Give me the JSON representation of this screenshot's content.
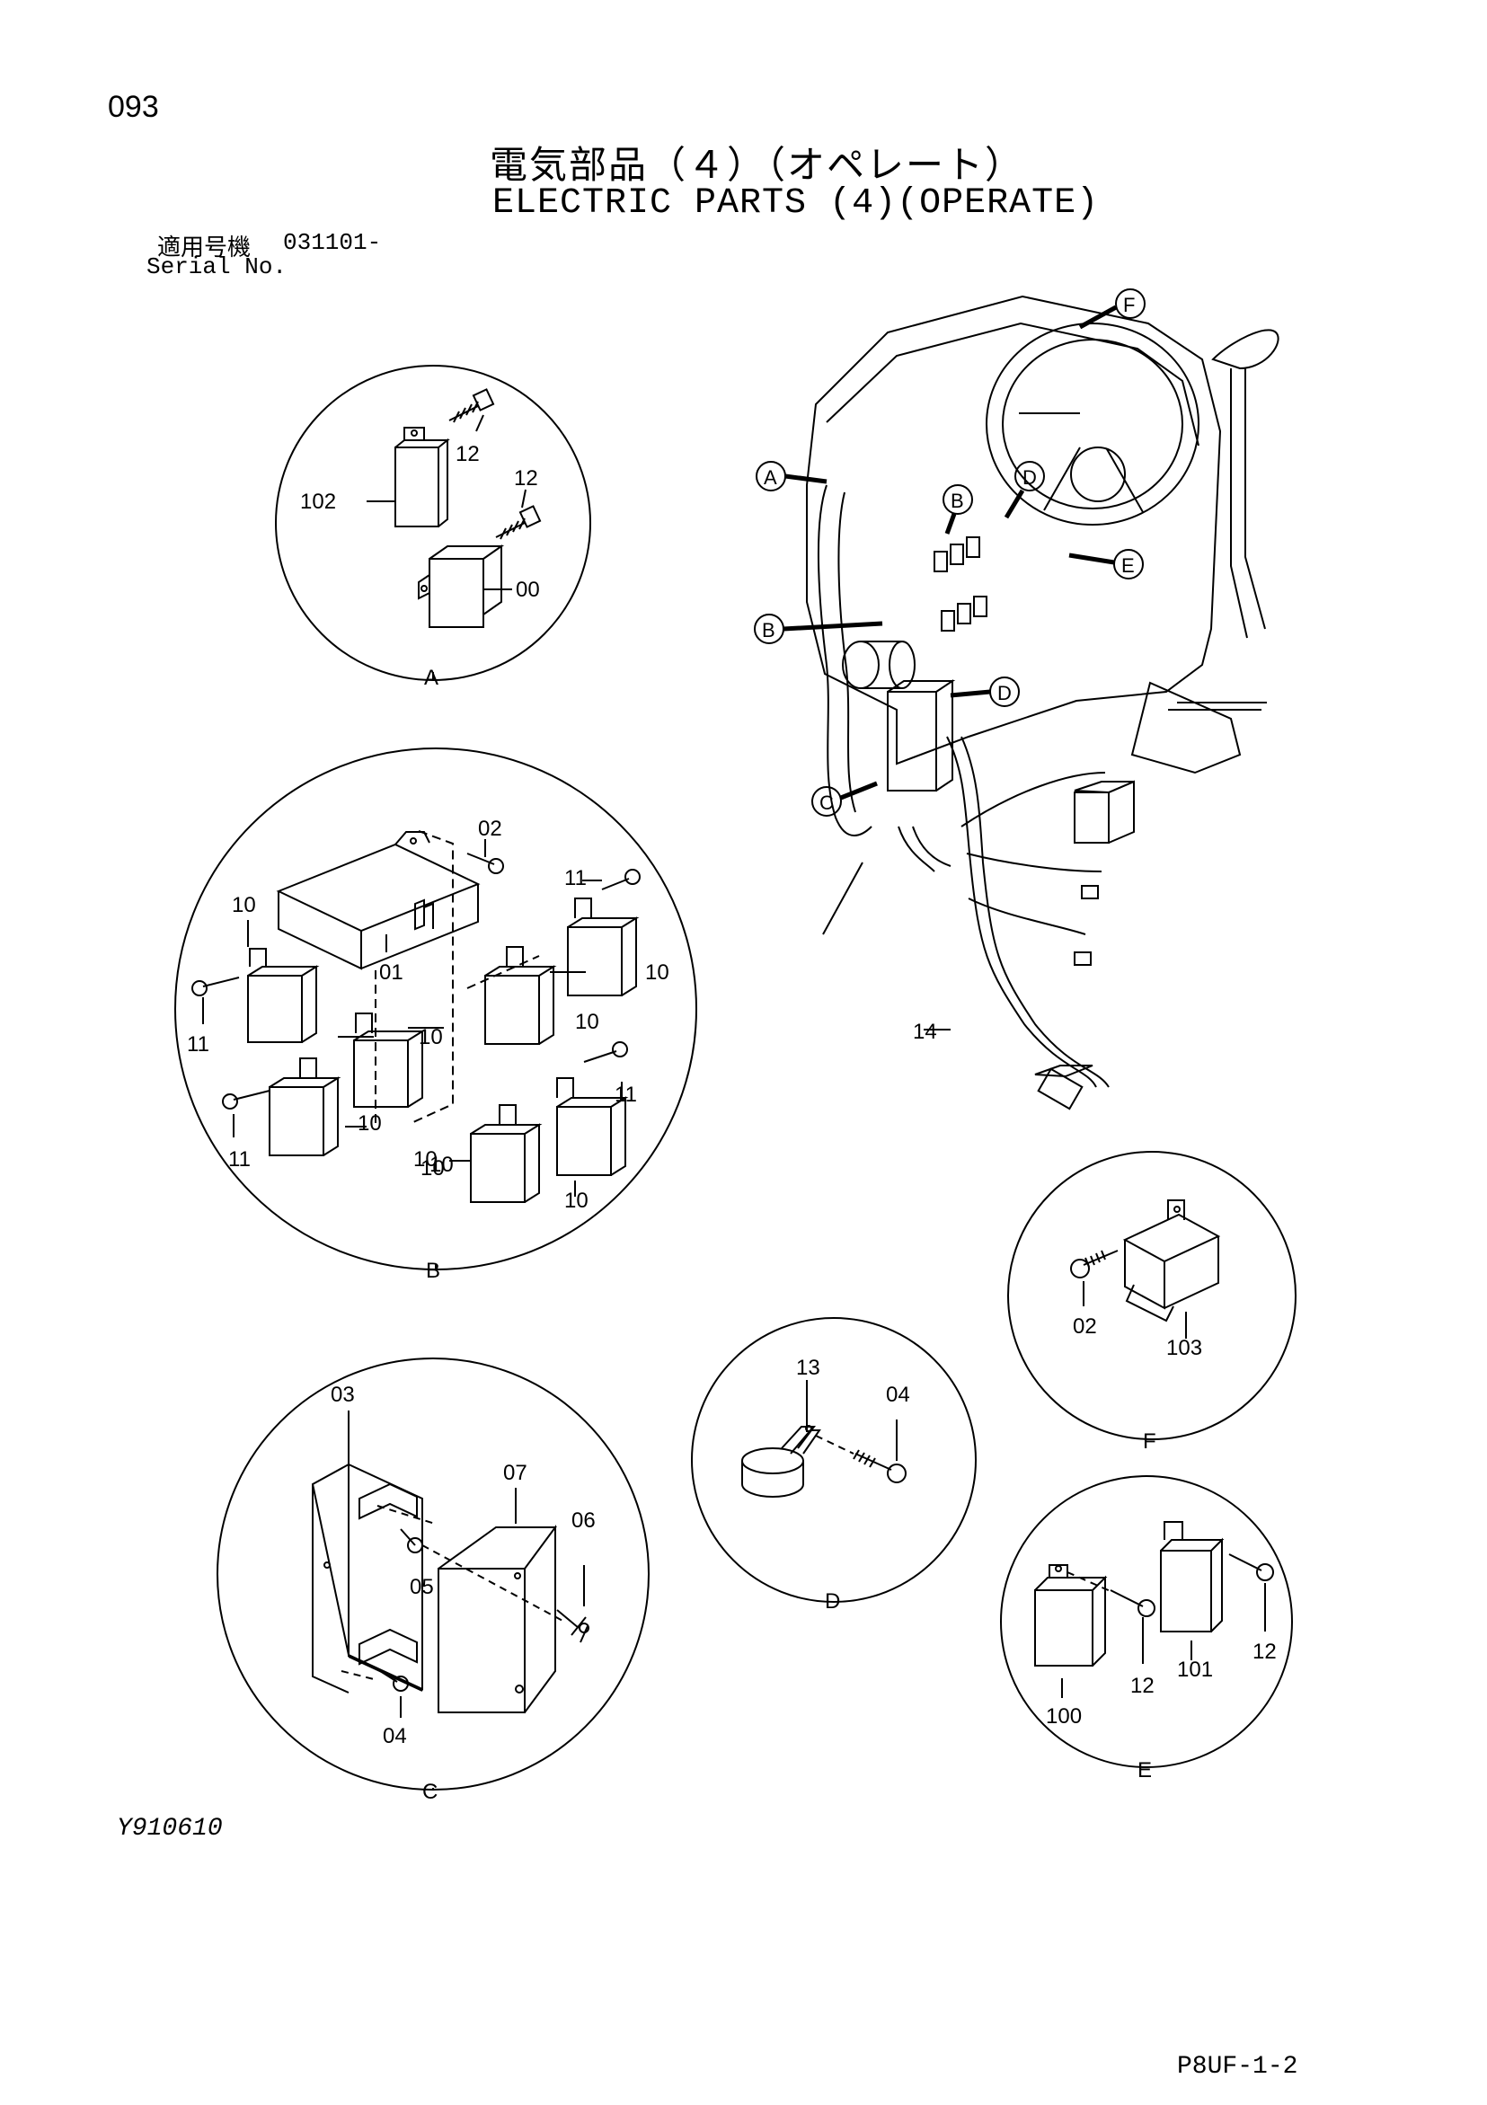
{
  "header": {
    "page_number": "093",
    "title_jp": "電気部品（４）（オペレート）",
    "title_en": "ELECTRIC PARTS (4)(OPERATE)",
    "serial_label_jp": "適用号機",
    "serial_number": "031101-",
    "serial_label_en": "Serial No."
  },
  "footer": {
    "figure_code": "Y910610",
    "page_code": "P8UF-1-2"
  },
  "details": {
    "A": {
      "label": "A",
      "parts": [
        "102",
        "12",
        "12",
        "00"
      ]
    },
    "B": {
      "label": "B",
      "parts": [
        "02",
        "11",
        "10",
        "10",
        "01",
        "10",
        "11",
        "10",
        "10",
        "10",
        "11",
        "10",
        "11",
        "10",
        "10"
      ]
    },
    "C": {
      "label": "C",
      "parts": [
        "03",
        "07",
        "06",
        "05",
        "04"
      ]
    },
    "D": {
      "label": "D",
      "parts": [
        "13",
        "04"
      ]
    },
    "E": {
      "label": "E",
      "parts": [
        "12",
        "100",
        "101",
        "12"
      ]
    },
    "F": {
      "label": "F",
      "parts": [
        "02",
        "103"
      ]
    }
  },
  "main_view": {
    "callouts": [
      "F",
      "A",
      "D",
      "B",
      "E",
      "B",
      "D",
      "C"
    ],
    "part_14": "14"
  }
}
